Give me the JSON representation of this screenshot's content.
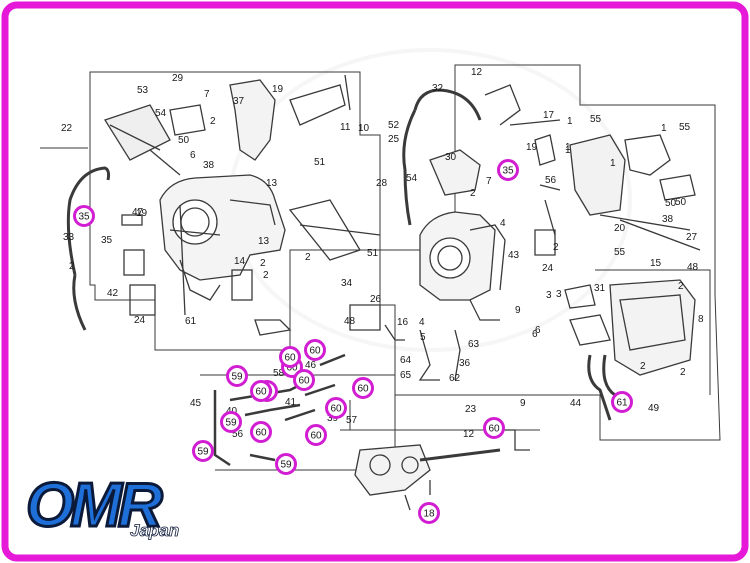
{
  "frame": {
    "border_color": "#e619d8"
  },
  "colors": {
    "highlight": "#d21ed2",
    "line": "#3a3a3a",
    "logo_blue": "#1f6fd9",
    "logo_dark": "#0c1a3a"
  },
  "logo": {
    "text": "OMR",
    "subtext": "Japan"
  },
  "highlighted_part_numbers": [
    "35",
    "35",
    "59",
    "59",
    "59",
    "59",
    "60",
    "60",
    "60",
    "60",
    "60",
    "60",
    "60",
    "60",
    "60",
    "60",
    "60",
    "61",
    "18"
  ],
  "part_numbers": [
    "53",
    "29",
    "7",
    "37",
    "19",
    "2",
    "11",
    "10",
    "52",
    "25",
    "12",
    "32",
    "1",
    "17",
    "55",
    "55",
    "1",
    "54",
    "50",
    "6",
    "38",
    "13",
    "51",
    "28",
    "30",
    "54",
    "2",
    "19",
    "1",
    "56",
    "50",
    "22",
    "33",
    "19",
    "35",
    "13",
    "14",
    "2",
    "2",
    "42",
    "47",
    "24",
    "61",
    "34",
    "26",
    "48",
    "16",
    "4",
    "5",
    "63",
    "36",
    "62",
    "64",
    "65",
    "4",
    "43",
    "24",
    "3",
    "31",
    "6",
    "2",
    "38",
    "20",
    "27",
    "15",
    "48",
    "8",
    "2",
    "49",
    "44",
    "9",
    "23",
    "12",
    "9",
    "45",
    "40",
    "56",
    "41",
    "58",
    "46",
    "39",
    "57",
    "55",
    "51",
    "2",
    "2",
    "1",
    "1",
    "7",
    "2",
    "3",
    "50",
    "6",
    "2"
  ],
  "labels": {
    "top": [
      "53",
      "29",
      "7",
      "37",
      "19",
      "12",
      "32",
      "11",
      "10",
      "52",
      "25",
      "17",
      "55",
      "55"
    ],
    "left": [
      "22",
      "33",
      "35",
      "13",
      "42",
      "47",
      "19",
      "24",
      "61",
      "48"
    ],
    "right": [
      "8",
      "20",
      "27",
      "15",
      "48",
      "2",
      "49",
      "44",
      "61",
      "6"
    ]
  }
}
